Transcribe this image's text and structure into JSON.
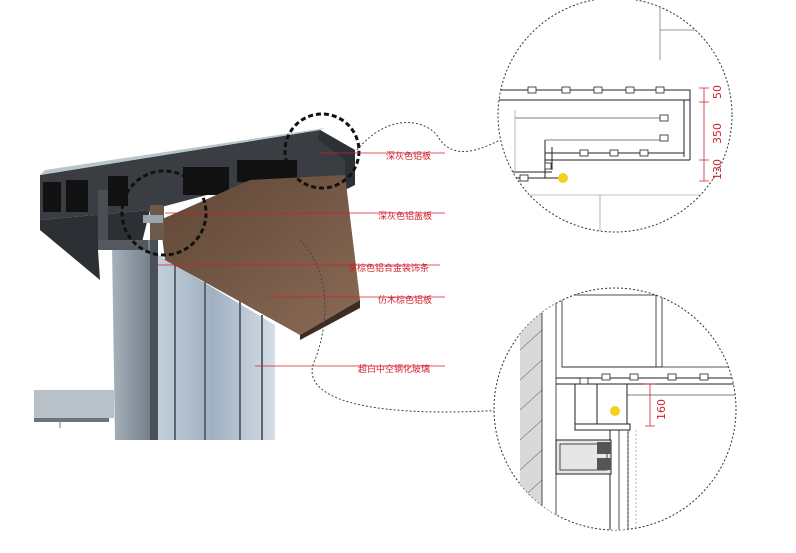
{
  "callouts": [
    {
      "id": "dark-gray-aluminum-panel",
      "text": "深灰色铝板"
    },
    {
      "id": "dark-gray-aluminum-cover",
      "text": "深灰色铝盖板"
    },
    {
      "id": "dark-brown-aluminum-trim",
      "text": "深棕色铝合金装饰条"
    },
    {
      "id": "wood-grain-aluminum-panel",
      "text": "仿木棕色铝板"
    },
    {
      "id": "ultra-clear-glass",
      "text": "超白中空钢化玻璃"
    }
  ],
  "detail_top": {
    "dimensions": [
      "50",
      "350",
      "130"
    ]
  },
  "detail_bottom": {
    "dimensions": [
      "160"
    ]
  },
  "colors": {
    "accent": "#d11f2c",
    "panel_dark": "#3a3d42",
    "wood": "#6b4f3d",
    "glass": "#aebdcc",
    "column": "#8d98a3",
    "highlight": "#f2d21b"
  }
}
